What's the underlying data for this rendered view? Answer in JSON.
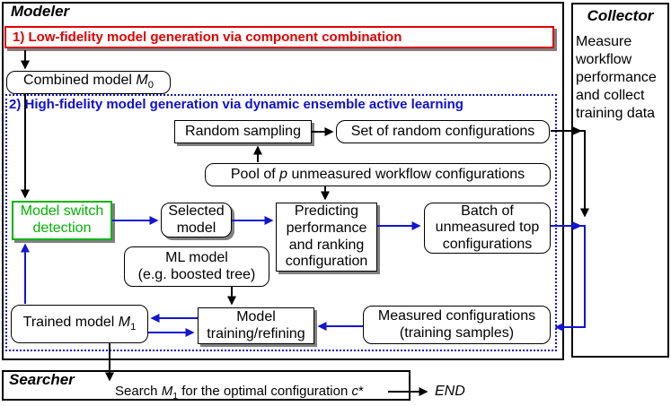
{
  "colors": {
    "accent_red": "#e00000",
    "accent_blue": "#1414d2",
    "accent_green": "#00b400",
    "box_shadow": "#808080"
  },
  "modeler": {
    "title": "Modeler",
    "step1_title": "1) Low-fidelity model generation via component combination",
    "step2_title": "2) High-fidelity model generation via dynamic ensemble active learning",
    "combined_model": {
      "pre": "Combined model ",
      "var": "M",
      "sub": "0"
    },
    "random_sampling": "Random sampling",
    "random_set": "Set of random configurations",
    "pool": {
      "pre": "Pool of ",
      "var": "p",
      "post": " unmeasured workflow configurations"
    },
    "model_switch": {
      "lines": [
        "Model switch",
        "detection"
      ]
    },
    "selected_model": {
      "lines": [
        "Selected",
        "model"
      ]
    },
    "predicting": {
      "lines": [
        "Predicting",
        "performance",
        "and ranking",
        "configuration"
      ]
    },
    "batch": {
      "lines": [
        "Batch of",
        "unmeasured top",
        "configurations"
      ]
    },
    "ml_model": {
      "lines": [
        "ML model",
        "(e.g. boosted tree)"
      ]
    },
    "training": {
      "lines": [
        "Model",
        "training/refining"
      ]
    },
    "trained_model": {
      "pre": "Trained model ",
      "var": "M",
      "sub": "1"
    },
    "measured": {
      "lines": [
        "Measured configurations",
        "(training samples)"
      ]
    }
  },
  "collector": {
    "title": "Collector",
    "body": "Measure workflow performance and collect training data"
  },
  "searcher": {
    "title": "Searcher",
    "text": {
      "pre": "Search ",
      "var1": "M",
      "sub1": "1",
      "mid": " for the optimal configuration ",
      "var2": "c",
      "post": "*"
    }
  },
  "end_label": "END"
}
